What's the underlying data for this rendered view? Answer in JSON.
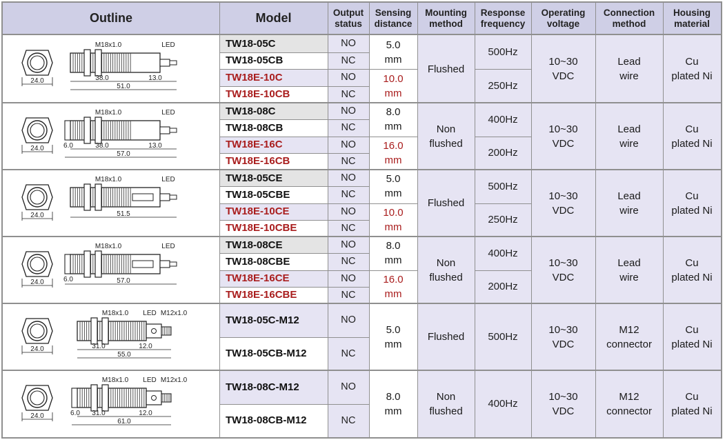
{
  "headers": {
    "outline": "Outline",
    "model": "Model",
    "output_status": [
      "Output",
      "status"
    ],
    "sensing_distance": [
      "Sensing",
      "distance"
    ],
    "mounting_method": [
      "Mounting",
      "method"
    ],
    "response_frequency": [
      "Response",
      "frequency"
    ],
    "operating_voltage": [
      "Operating",
      "voltage"
    ],
    "connection_method": [
      "Connection",
      "method"
    ],
    "housing_material": [
      "Housing",
      "material"
    ]
  },
  "groups": [
    {
      "dims": {
        "thread": "M18x1.0",
        "led": "LED",
        "hex": "24.0",
        "a": "38.0",
        "b": "13.0",
        "total": "51.0"
      },
      "rows": [
        {
          "model": "TW18-05C",
          "status": "NO"
        },
        {
          "model": "TW18-05CB",
          "status": "NC"
        },
        {
          "model": "TW18E-10C",
          "status": "NO"
        },
        {
          "model": "TW18E-10CB",
          "status": "NC"
        }
      ],
      "dist1": [
        "5.0",
        "mm"
      ],
      "dist2": [
        "10.0",
        "mm"
      ],
      "mounting": [
        "Flushed"
      ],
      "freq1": "500Hz",
      "freq2": "250Hz",
      "voltage": [
        "10~30",
        "VDC"
      ],
      "connection": [
        "Lead",
        "wire"
      ],
      "material": [
        "Cu",
        "plated Ni"
      ]
    },
    {
      "dims": {
        "thread": "M18x1.0",
        "led": "LED",
        "hex": "24.0",
        "c": "6.0",
        "a": "38.0",
        "b": "13.0",
        "total": "57.0"
      },
      "rows": [
        {
          "model": "TW18-08C",
          "status": "NO"
        },
        {
          "model": "TW18-08CB",
          "status": "NC"
        },
        {
          "model": "TW18E-16C",
          "status": "NO"
        },
        {
          "model": "TW18E-16CB",
          "status": "NC"
        }
      ],
      "dist1": [
        "8.0",
        "mm"
      ],
      "dist2": [
        "16.0",
        "mm"
      ],
      "mounting": [
        "Non",
        "flushed"
      ],
      "freq1": "400Hz",
      "freq2": "200Hz",
      "voltage": [
        "10~30",
        "VDC"
      ],
      "connection": [
        "Lead",
        "wire"
      ],
      "material": [
        "Cu",
        "plated Ni"
      ]
    },
    {
      "dims": {
        "thread": "M18x1.0",
        "led": "LED",
        "hex": "24.0",
        "total": "51.5"
      },
      "rows": [
        {
          "model": "TW18-05CE",
          "status": "NO"
        },
        {
          "model": "TW18-05CBE",
          "status": "NC"
        },
        {
          "model": "TW18E-10CE",
          "status": "NO"
        },
        {
          "model": "TW18E-10CBE",
          "status": "NC"
        }
      ],
      "dist1": [
        "5.0",
        "mm"
      ],
      "dist2": [
        "10.0",
        "mm"
      ],
      "mounting": [
        "Flushed"
      ],
      "freq1": "500Hz",
      "freq2": "250Hz",
      "voltage": [
        "10~30",
        "VDC"
      ],
      "connection": [
        "Lead",
        "wire"
      ],
      "material": [
        "Cu",
        "plated Ni"
      ]
    },
    {
      "dims": {
        "thread": "M18x1.0",
        "led": "LED",
        "hex": "24.0",
        "c": "6.0",
        "total": "57.0"
      },
      "rows": [
        {
          "model": "TW18-08CE",
          "status": "NO"
        },
        {
          "model": "TW18-08CBE",
          "status": "NC"
        },
        {
          "model": "TW18E-16CE",
          "status": "NO"
        },
        {
          "model": "TW18E-16CBE",
          "status": "NC"
        }
      ],
      "dist1": [
        "8.0",
        "mm"
      ],
      "dist2": [
        "16.0",
        "mm"
      ],
      "mounting": [
        "Non",
        "flushed"
      ],
      "freq1": "400Hz",
      "freq2": "200Hz",
      "voltage": [
        "10~30",
        "VDC"
      ],
      "connection": [
        "Lead",
        "wire"
      ],
      "material": [
        "Cu",
        "plated Ni"
      ]
    },
    {
      "dims": {
        "thread": "M18x1.0",
        "led": "LED",
        "conn": "M12x1.0",
        "hex": "24.0",
        "a": "31.0",
        "b": "12.0",
        "total": "55.0"
      },
      "rows": [
        {
          "model": "TW18-05C-M12",
          "status": "NO"
        },
        {
          "model": "TW18-05CB-M12",
          "status": "NC"
        }
      ],
      "dist1": [
        "5.0",
        "mm"
      ],
      "mounting": [
        "Flushed"
      ],
      "freq1": "500Hz",
      "voltage": [
        "10~30",
        "VDC"
      ],
      "connection": [
        "M12",
        "connector"
      ],
      "material": [
        "Cu",
        "plated Ni"
      ]
    },
    {
      "dims": {
        "thread": "M18x1.0",
        "led": "LED",
        "conn": "M12x1.0",
        "hex": "24.0",
        "c": "6.0",
        "a": "31.0",
        "b": "12.0",
        "total": "61.0"
      },
      "rows": [
        {
          "model": "TW18-08C-M12",
          "status": "NO"
        },
        {
          "model": "TW18-08CB-M12",
          "status": "NC"
        }
      ],
      "dist1": [
        "8.0",
        "mm"
      ],
      "mounting": [
        "Non",
        "flushed"
      ],
      "freq1": "400Hz",
      "voltage": [
        "10~30",
        "VDC"
      ],
      "connection": [
        "M12",
        "connector"
      ],
      "material": [
        "Cu",
        "plated Ni"
      ]
    }
  ],
  "colors": {
    "header_bg": "#cfcfe6",
    "shade": "#e6e4f3",
    "model_shade": "#e4e4e4",
    "red_model": "#a91d1d",
    "border": "#8f8f8f"
  }
}
